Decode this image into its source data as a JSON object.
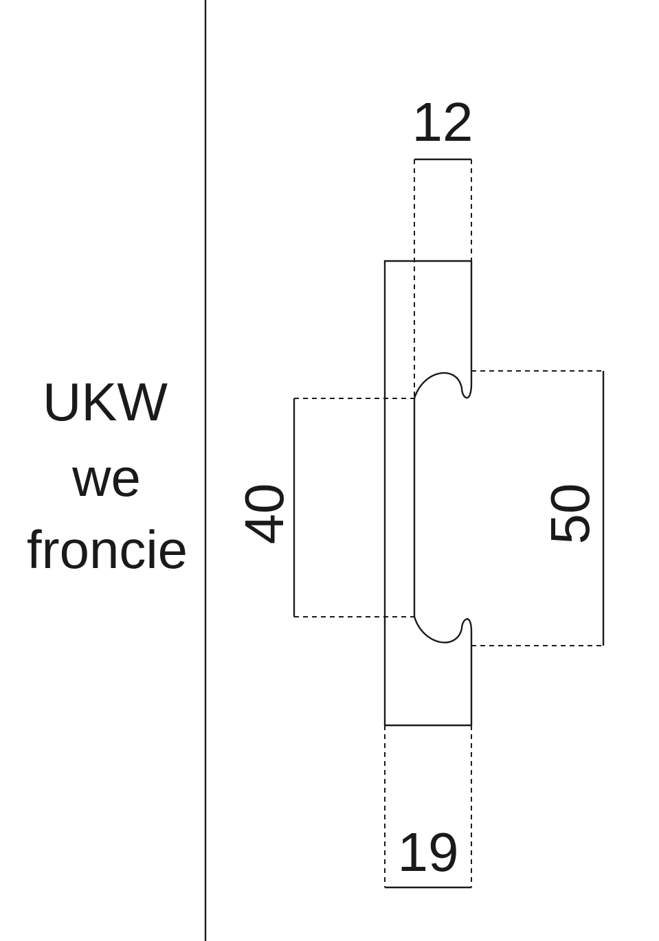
{
  "label": {
    "line1": "UKW",
    "line2": "we",
    "line3": "froncie"
  },
  "dimensions": {
    "top_width": "12",
    "bottom_width": "19",
    "inner_height": "40",
    "outer_height": "50"
  },
  "colors": {
    "line": "#1a1a1a",
    "background": "#ffffff"
  }
}
